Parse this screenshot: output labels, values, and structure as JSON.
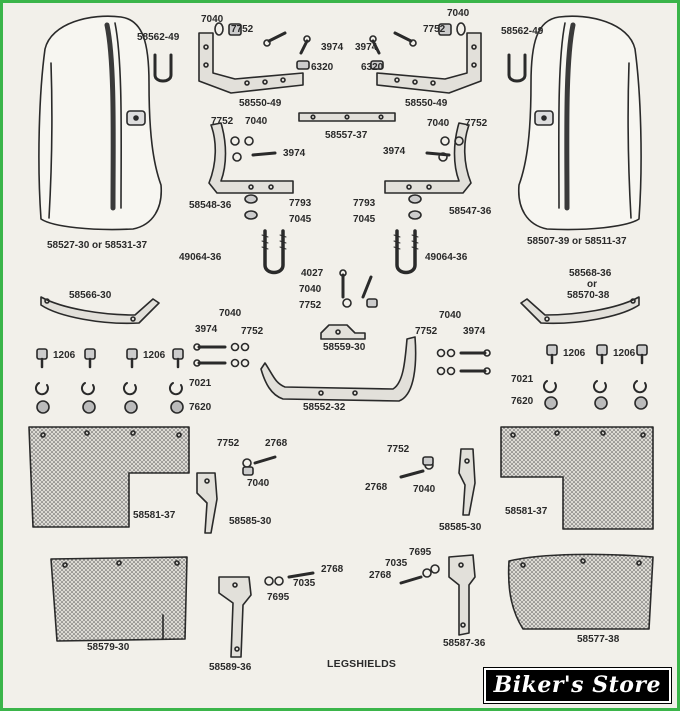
{
  "title": "LEGSHIELDS",
  "brand": "Biker's Store",
  "parts": {
    "p58562_49_l": "58562-49",
    "p7040_tl": "7040",
    "p7752_tl": "7752",
    "p3974_tl": "3974",
    "p6320_l": "6320",
    "p58550_49_l": "58550-49",
    "p3974_tr": "3974",
    "p7752_tr": "7752",
    "p7040_tr": "7040",
    "p58562_49_r": "58562-49",
    "p6320_r": "6320",
    "p58550_49_r": "58550-49",
    "p58557_37": "58557-37",
    "p7752_ml": "7752",
    "p7040_ml": "7040",
    "p3974_ml": "3974",
    "p7040_mr": "7040",
    "p7752_mr": "7752",
    "p3974_mr": "3974",
    "p58548_36": "58548-36",
    "p7793_l": "7793",
    "p7045_l": "7045",
    "p7793_r": "7793",
    "p7045_r": "7045",
    "p58547_36": "58547-36",
    "p58527_30": "58527-30 or 58531-37",
    "p58507_39": "58507-39 or 58511-37",
    "p49064_36_l": "49064-36",
    "p49064_36_r": "49064-36",
    "p4027": "4027",
    "p7040_c": "7040",
    "p7752_c": "7752",
    "p58559_30": "58559-30",
    "p58566_30": "58566-30",
    "p58568_36": "58568-36",
    "p_or": "or",
    "p58570_38": "58570-38",
    "p7040_cl": "7040",
    "p3974_cl": "3974",
    "p7752_cl": "7752",
    "p7040_cr": "7040",
    "p7752_cr": "7752",
    "p3974_cr": "3974",
    "p1206_l1": "1206",
    "p1206_l2": "1206",
    "p7021_l": "7021",
    "p7620_l": "7620",
    "p1206_r1": "1206",
    "p1206_r2": "1206",
    "p7021_r": "7021",
    "p7620_r": "7620",
    "p58552_32": "58552-32",
    "p7752_ll": "7752",
    "p2768_ll": "2768",
    "p7040_ll": "7040",
    "p58581_37_l": "58581-37",
    "p58585_30_l": "58585-30",
    "p7752_lr": "7752",
    "p2768_lr": "2768",
    "p7040_lr": "7040",
    "p58585_30_r": "58585-30",
    "p58581_37_r": "58581-37",
    "p2768_bl": "2768",
    "p7035_bl": "7035",
    "p7695_bl": "7695",
    "p58579_30": "58579-30",
    "p58589_36": "58589-36",
    "p7695_br": "7695",
    "p7035_br": "7035",
    "p2768_br": "2768",
    "p58587_36": "58587-36",
    "p58577_38": "58577-38"
  }
}
